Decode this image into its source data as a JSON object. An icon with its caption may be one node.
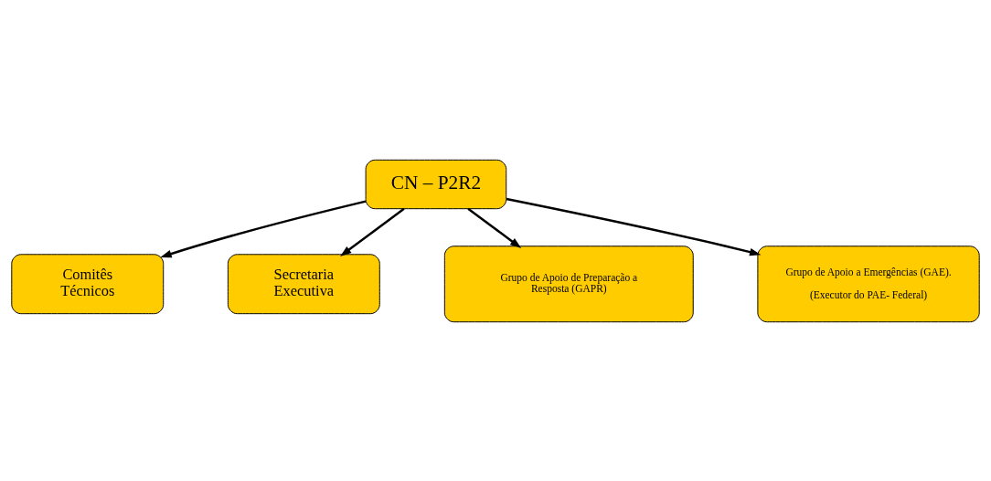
{
  "diagram": {
    "nodes": [
      {
        "text": [
          "CN – P2R2"
        ]
      },
      {
        "text": [
          "Comitês Técnicos"
        ]
      },
      {
        "text": [
          "Secretaria Executiva"
        ]
      },
      {
        "text": [
          "Grupo de Apoio de Preparação a Resposta (GAPR)"
        ]
      },
      {
        "text": [
          "Grupo de Apoio a Emergências (GAE).",
          "(Executor do PAE- Federal)"
        ]
      }
    ],
    "edges": [
      {
        "from": 0,
        "to": 1,
        "arrow": "to"
      },
      {
        "from": 0,
        "to": 2,
        "arrow": "to"
      },
      {
        "from": 0,
        "to": 3,
        "arrow": "to"
      },
      {
        "from": 0,
        "to": 4,
        "arrow": "to"
      }
    ]
  }
}
